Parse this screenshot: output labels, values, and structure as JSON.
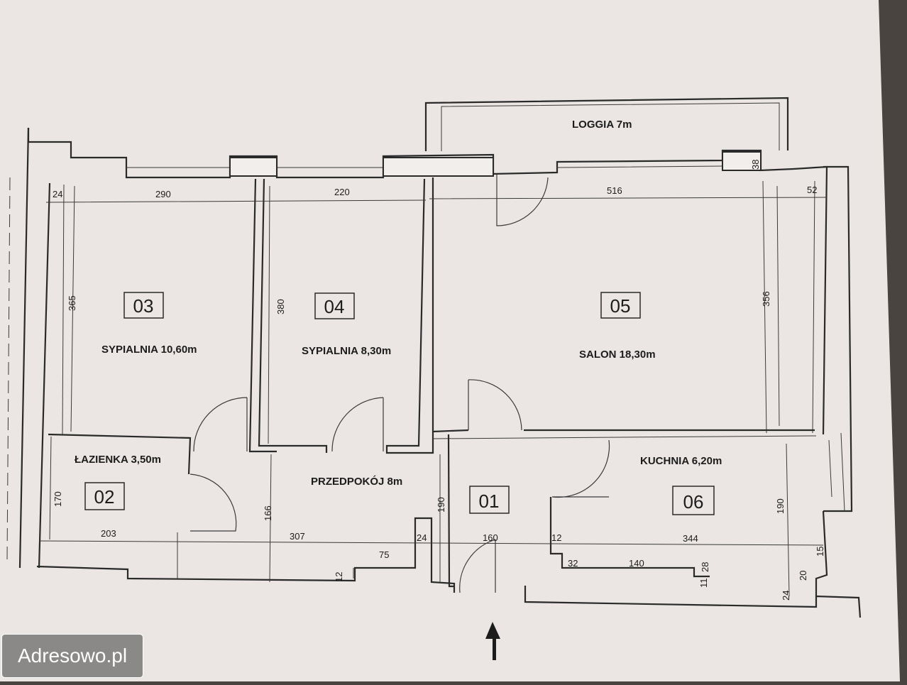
{
  "rooms": [
    {
      "number": "03",
      "label": "SYPIALNIA 10,60m"
    },
    {
      "number": "04",
      "label": "SYPIALNIA 8,30m"
    },
    {
      "number": "05",
      "label": "SALON 18,30m"
    },
    {
      "number": "02",
      "label": "ŁAZIENKA 3,50m"
    },
    {
      "number": "01",
      "label": "PRZEDPOKÓJ 8m"
    },
    {
      "number": "06",
      "label": "KUCHNIA 6,20m"
    }
  ],
  "loggia": "LOGGIA 7m",
  "dims": {
    "d24a": "24",
    "d290": "290",
    "d220": "220",
    "d516": "516",
    "d52": "52",
    "d38": "38",
    "d365": "365",
    "d380": "380",
    "d356": "356",
    "d170": "170",
    "d166": "166",
    "d190a": "190",
    "d190b": "190",
    "d203": "203",
    "d307": "307",
    "d24b": "24",
    "d160": "160",
    "d12a": "12",
    "d344": "344",
    "d15": "15",
    "d75": "75",
    "d12b": "12",
    "d32": "32",
    "d140": "140",
    "d28": "28",
    "d11": "11",
    "d20": "20",
    "d24c": "24"
  },
  "watermark": "Adresowo.pl"
}
